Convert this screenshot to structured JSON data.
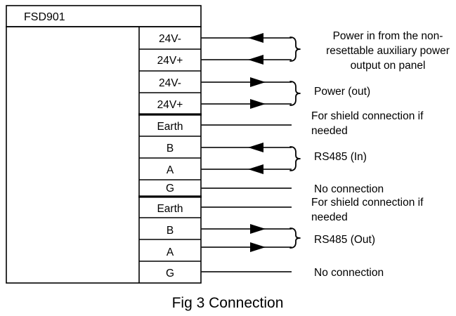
{
  "figure": {
    "caption": "Fig 3 Connection",
    "device_name": "FSD901"
  },
  "colors": {
    "line": "#000000",
    "background": "#ffffff",
    "text": "#000000"
  },
  "terminals": [
    {
      "id": "t1",
      "label": "24V-",
      "direction": "in",
      "group": "power-in"
    },
    {
      "id": "t2",
      "label": "24V+",
      "direction": "in",
      "group": "power-in"
    },
    {
      "id": "t3",
      "label": "24V-",
      "direction": "out",
      "group": "power-out"
    },
    {
      "id": "t4",
      "label": "24V+",
      "direction": "out",
      "group": "power-out"
    },
    {
      "id": "t5",
      "label": "Earth",
      "direction": "none",
      "group": "shield-in"
    },
    {
      "id": "t6",
      "label": "B",
      "direction": "in",
      "group": "rs485-in"
    },
    {
      "id": "t7",
      "label": "A",
      "direction": "in",
      "group": "rs485-in"
    },
    {
      "id": "t8",
      "label": "G",
      "direction": "none",
      "group": "nc-in"
    },
    {
      "id": "t9",
      "label": "Earth",
      "direction": "none",
      "group": "shield-out"
    },
    {
      "id": "t10",
      "label": "B",
      "direction": "out",
      "group": "rs485-out"
    },
    {
      "id": "t11",
      "label": "A",
      "direction": "out",
      "group": "rs485-out"
    },
    {
      "id": "t12",
      "label": "G",
      "direction": "none",
      "group": "nc-out"
    }
  ],
  "annotations": [
    {
      "id": "a-power-in",
      "lines": [
        "Power in from the non-",
        "resettable auxiliary power",
        "output on panel"
      ],
      "align": "center",
      "braced": true,
      "terminals": [
        "24V-",
        "24V+"
      ]
    },
    {
      "id": "a-power-out",
      "lines": [
        "Power (out)"
      ],
      "align": "left",
      "braced": true,
      "terminals": [
        "24V-",
        "24V+"
      ]
    },
    {
      "id": "a-shield-in",
      "lines": [
        "For shield connection if",
        "needed"
      ],
      "align": "left",
      "braced": false,
      "terminals": [
        "Earth"
      ]
    },
    {
      "id": "a-rs485-in",
      "lines": [
        "RS485 (In)"
      ],
      "align": "left",
      "braced": true,
      "terminals": [
        "B",
        "A"
      ]
    },
    {
      "id": "a-nc-in",
      "lines": [
        "No connection"
      ],
      "align": "left",
      "braced": false,
      "terminals": [
        "G"
      ]
    },
    {
      "id": "a-shield-out",
      "lines": [
        "For shield connection if",
        "needed"
      ],
      "align": "left",
      "braced": false,
      "terminals": [
        "Earth"
      ]
    },
    {
      "id": "a-rs485-out",
      "lines": [
        "RS485 (Out)"
      ],
      "align": "left",
      "braced": true,
      "terminals": [
        "B",
        "A"
      ]
    },
    {
      "id": "a-nc-out",
      "lines": [
        "No connection"
      ],
      "align": "left",
      "braced": false,
      "terminals": [
        "G"
      ]
    }
  ],
  "text": {
    "t1_label": "24V-",
    "t2_label": "24V+",
    "t3_label": "24V-",
    "t4_label": "24V+",
    "t5_label": "Earth",
    "t6_label": "B",
    "t7_label": "A",
    "t8_label": "G",
    "t9_label": "Earth",
    "t10_label": "B",
    "t11_label": "A",
    "t12_label": "G",
    "anno_power_in_l1": "Power in from the non-",
    "anno_power_in_l2": "resettable auxiliary power",
    "anno_power_in_l3": "output on panel",
    "anno_power_out": "Power (out)",
    "anno_shield_in_l1": "For shield connection if",
    "anno_shield_in_l2": "needed",
    "anno_rs485_in": "RS485 (In)",
    "anno_nc_in": "No connection",
    "anno_shield_out_l1": "For shield connection if",
    "anno_shield_out_l2": "needed",
    "anno_rs485_out": "RS485 (Out)",
    "anno_nc_out": "No connection"
  }
}
